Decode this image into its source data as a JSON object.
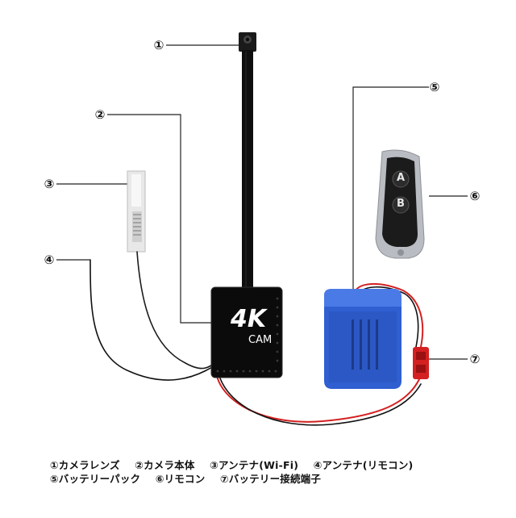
{
  "callouts": {
    "c1": "①",
    "c2": "②",
    "c3": "③",
    "c4": "④",
    "c5": "⑤",
    "c6": "⑥",
    "c7": "⑦"
  },
  "camera_body": {
    "logo": "4K",
    "sub": "CAM"
  },
  "remote": {
    "button_a": "A",
    "button_b": "B"
  },
  "legend": {
    "line1": [
      "①カメラレンズ",
      "②カメラ本体",
      "③アンテナ(Wi-Fi)",
      "④アンテナ(リモコン)"
    ],
    "line2": [
      "⑤バッテリーパック",
      "⑥リモコン",
      "⑦バッテリー接続端子"
    ]
  },
  "colors": {
    "battery": "#2f5fd0",
    "wire_red": "#d42020",
    "wire_black": "#111111",
    "remote_body": "#1b1b1b",
    "remote_chrome": "#b9bcc2"
  }
}
